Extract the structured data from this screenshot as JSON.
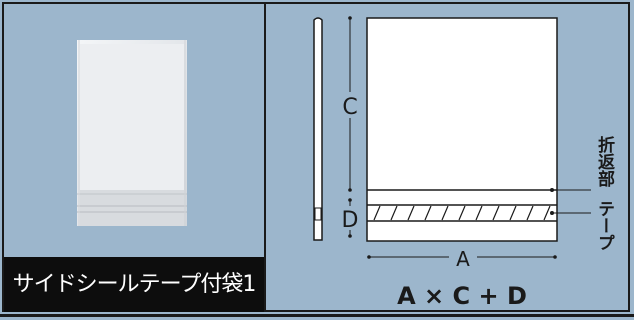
{
  "product": {
    "name": "サイドシールテープ付袋1"
  },
  "diagram": {
    "label_c": "C",
    "label_d": "D",
    "label_a": "A",
    "label_fold": "折返部",
    "label_tape": "テープ",
    "formula": "A × C + D"
  },
  "colors": {
    "background": "#9cb6cc",
    "border": "#1a1a1a",
    "label_bg": "#0d0d0d"
  }
}
